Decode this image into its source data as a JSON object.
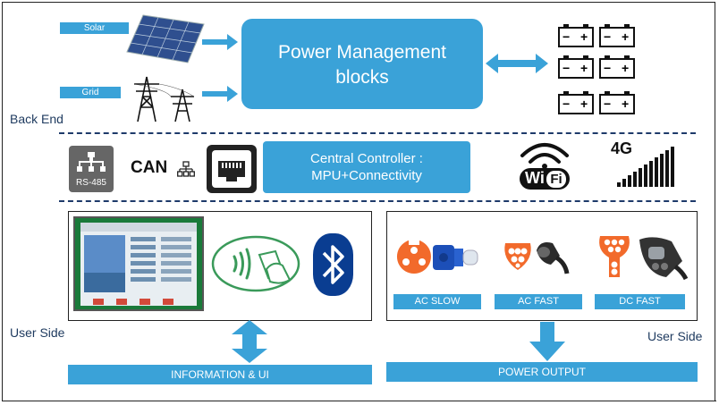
{
  "backend": {
    "solar_label": "Solar",
    "grid_label": "Grid",
    "power_block_line1": "Power Management",
    "power_block_line2": "blocks",
    "section_label": "Back End"
  },
  "battery": {
    "plus": "+",
    "minus": "−"
  },
  "middle": {
    "rs485": "RS-485",
    "can": "CAN",
    "controller_line1": "Central Controller :",
    "controller_line2": "MPU+Connectivity",
    "wifi_wi": "Wi",
    "wifi_fi": "Fi",
    "signal": "4G"
  },
  "user": {
    "left_label": "User Side",
    "right_label": "User Side",
    "info_bar": "INFORMATION & UI",
    "power_bar": "POWER OUTPUT",
    "ac_slow": "AC SLOW",
    "ac_fast": "AC FAST",
    "dc_fast": "DC FAST"
  },
  "colors": {
    "accent": "#3aa2d8",
    "dash": "#1e3a6a",
    "plug_orange": "#f26a2b"
  }
}
